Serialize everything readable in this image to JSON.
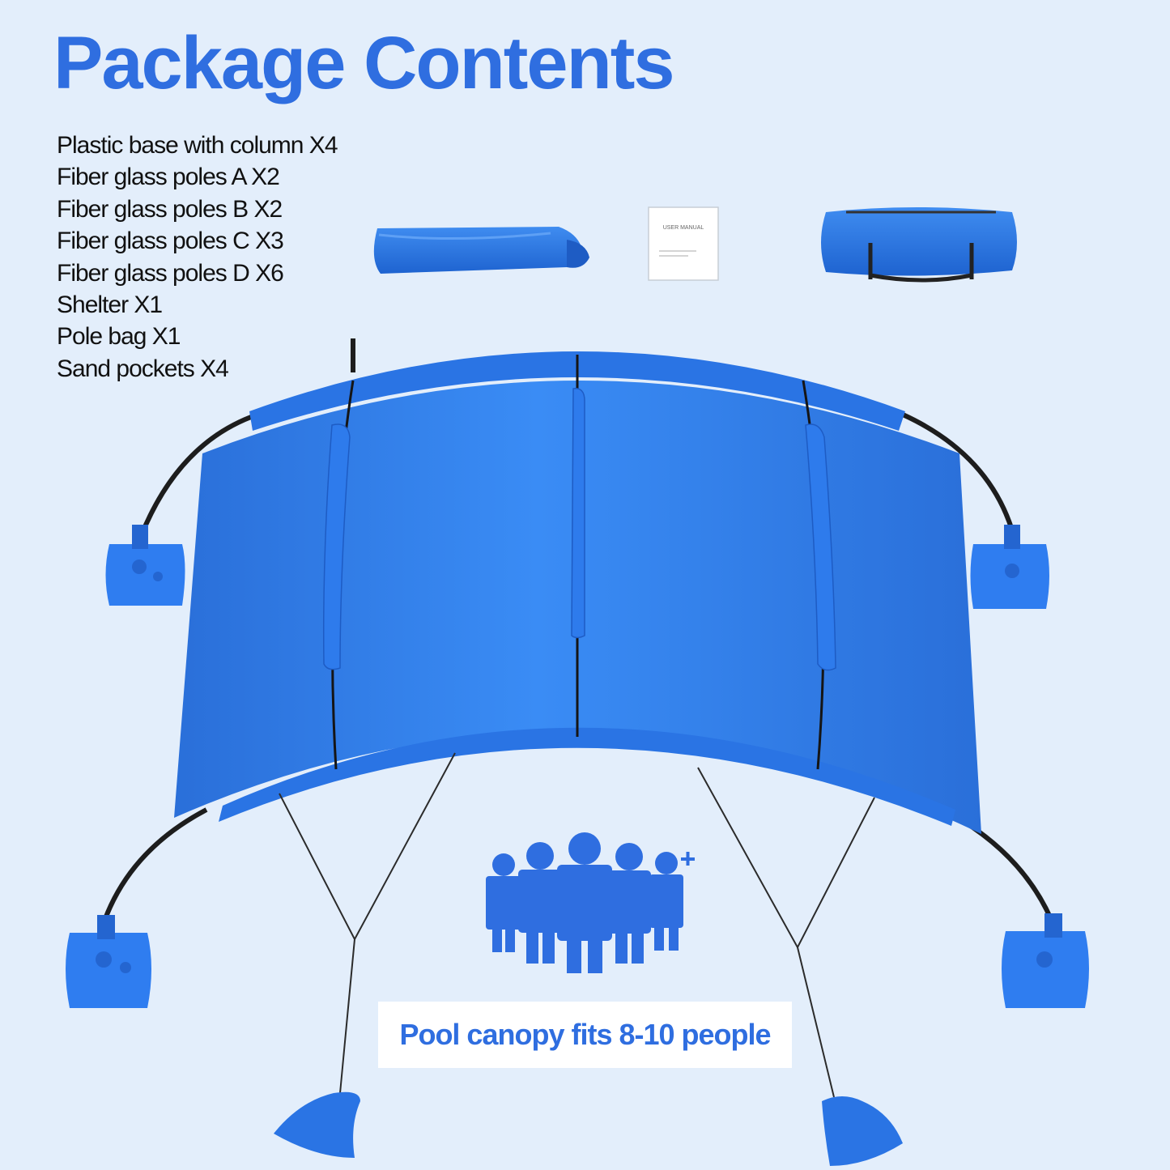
{
  "title": "Package Contents",
  "contents": [
    "Plastic base with column X4",
    "Fiber glass poles A X2",
    "Fiber glass poles B X2",
    "Fiber glass poles C X3",
    "Fiber glass poles D X6",
    "Shelter X1",
    "Pole bag X1",
    "Sand pockets X4"
  ],
  "manual_label": "USER MANUAL",
  "caption": "Pool canopy fits 8-10 people",
  "colors": {
    "background": "#e3eefb",
    "accent": "#2f6ee0",
    "canopy": "#2f7df0"
  }
}
